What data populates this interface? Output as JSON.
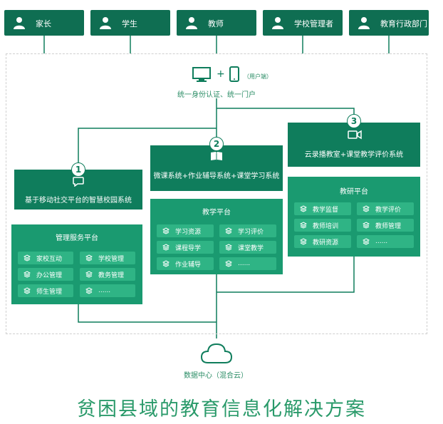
{
  "roles": [
    {
      "label": "家长"
    },
    {
      "label": "学生"
    },
    {
      "label": "教师"
    },
    {
      "label": "学校管理者"
    },
    {
      "label": "教育行政部门"
    }
  ],
  "user_end": {
    "note": "（用户端）",
    "caption": "统一身份认证、统一门户"
  },
  "systems": {
    "sys1": {
      "number": "1",
      "label": "基于移动社交平台的智慧校园系统"
    },
    "sys2": {
      "number": "2",
      "label": "微课系统+作业辅导系统+课堂学习系统"
    },
    "sys3": {
      "number": "3",
      "label": "云录播教室+课堂教学评价系统"
    }
  },
  "platforms": {
    "management": {
      "title": "管理服务平台",
      "items": [
        "家校互动",
        "学校管理",
        "办公管理",
        "教务管理",
        "师生管理",
        "......"
      ]
    },
    "teaching": {
      "title": "教学平台",
      "items": [
        "学习资源",
        "学习评价",
        "课程导学",
        "课堂教学",
        "作业辅导",
        "......"
      ]
    },
    "research": {
      "title": "教研平台",
      "items": [
        "教学监督",
        "教学评价",
        "教师培训",
        "教师管理",
        "教研资源",
        "......"
      ]
    }
  },
  "data_center": {
    "label": "数据中心（混合云）"
  },
  "page_title": "贫困县域的教育信息化解决方案",
  "colors": {
    "dark_green": "#0f6e52",
    "box_green": "#0f7d5c",
    "platform_green": "#1a9a70",
    "chip_green": "#2fb485",
    "title_green": "#2a9a6a"
  }
}
